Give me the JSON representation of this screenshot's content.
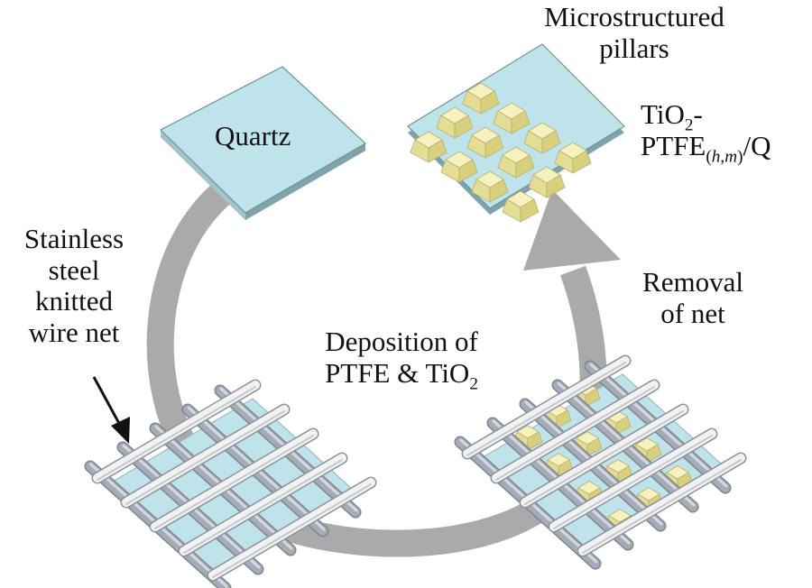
{
  "labels": {
    "quartz": "Quartz",
    "microstructured_line1": "Microstructured",
    "microstructured_line2": "pillars",
    "product_line1_main": "TiO",
    "product_line1_sub": "2",
    "product_line1_tail": "-",
    "product_line2_main": "PTFE",
    "product_line2_sub_open": "(",
    "product_line2_sub_h": "h",
    "product_line2_sub_comma": ",",
    "product_line2_sub_m": "m",
    "product_line2_sub_close": ")",
    "product_line2_tail": "/Q",
    "net_line1": "Stainless",
    "net_line2": "steel",
    "net_line3": "knitted",
    "net_line4": "wire net",
    "deposition_line1": "Deposition of",
    "deposition_line2_main": "PTFE & TiO",
    "deposition_line2_sub": "2",
    "removal_line1": "Removal",
    "removal_line2": "of net"
  },
  "colors": {
    "quartz_fill": "#bfe3ea",
    "quartz_edge": "#8fb3bb",
    "pillar_top": "#f6f2c0",
    "pillar_side": "#e4dd95",
    "wire_light": "#f2f2f2",
    "wire_dark": "#a4acb7",
    "cycle_arrow": "#aaaaaa",
    "text": "#111111"
  }
}
